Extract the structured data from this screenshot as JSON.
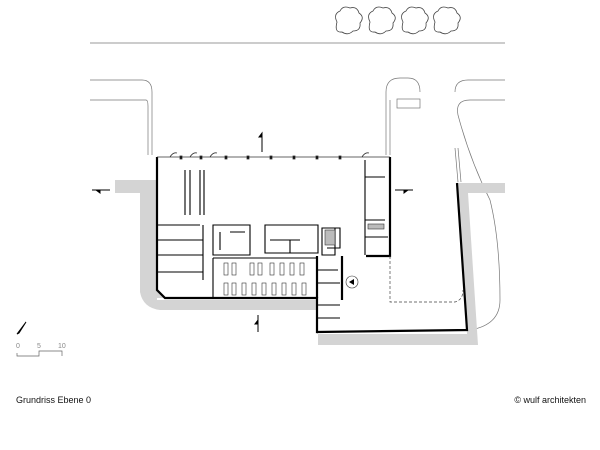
{
  "drawing": {
    "caption": "Grundriss Ebene 0",
    "credit": "© wulf architekten",
    "scale_bar": {
      "labels": [
        "0",
        "5",
        "10"
      ]
    },
    "north_arrow": "north-arrow-icon",
    "colors": {
      "wall": "#000000",
      "ground": "#d4d4d4",
      "line": "#555555"
    }
  }
}
